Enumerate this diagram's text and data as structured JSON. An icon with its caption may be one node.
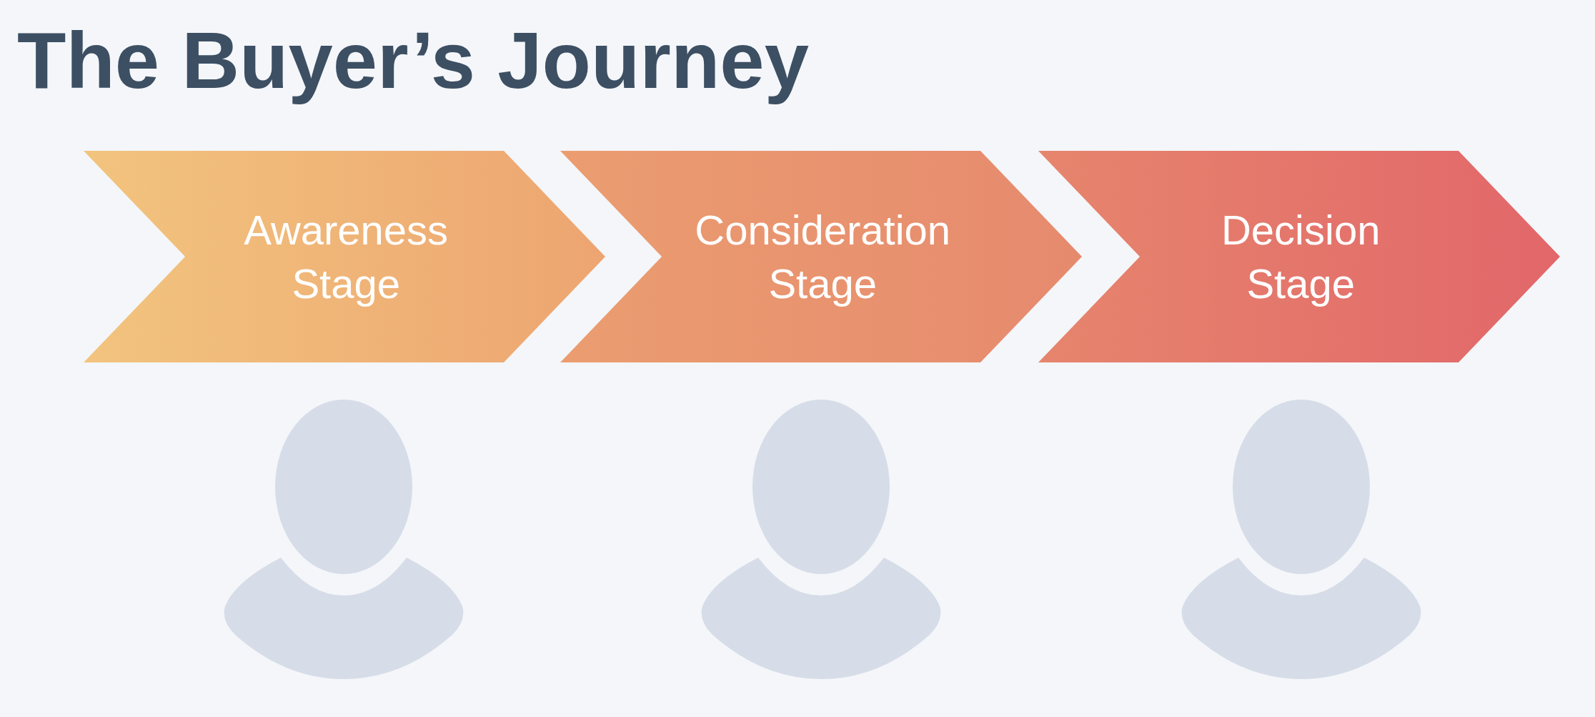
{
  "diagram": {
    "title": "The Buyer’s Journey",
    "nodes": [
      {
        "text": [
          "Awareness Stage"
        ]
      },
      {
        "text": [
          "Consideration Stage"
        ]
      },
      {
        "text": [
          "Decision Stage"
        ]
      }
    ],
    "edges": []
  }
}
